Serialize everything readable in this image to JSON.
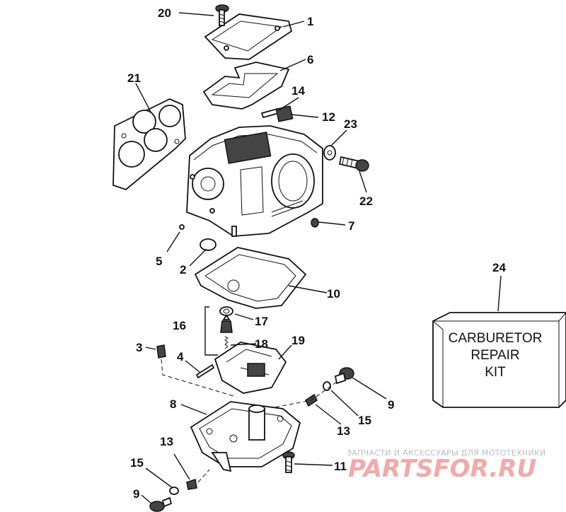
{
  "callouts": [
    "1",
    "2",
    "3",
    "4",
    "5",
    "6",
    "7",
    "8",
    "9",
    "10",
    "11",
    "12",
    "13",
    "14",
    "15",
    "16",
    "17",
    "18",
    "19",
    "20",
    "21",
    "22",
    "23",
    "24"
  ],
  "callouts_repeat": [
    "9",
    "13",
    "15"
  ],
  "kit_label": [
    "CARBURETOR",
    "REPAIR",
    "KIT"
  ],
  "watermark": {
    "tagline": "ЗАПЧАСТИ И АКСЕССУАРЫ ДЛЯ МОТОТЕХНИКИ",
    "brand": "PARTSFOR.RU",
    "color": "#f1a9a9"
  }
}
